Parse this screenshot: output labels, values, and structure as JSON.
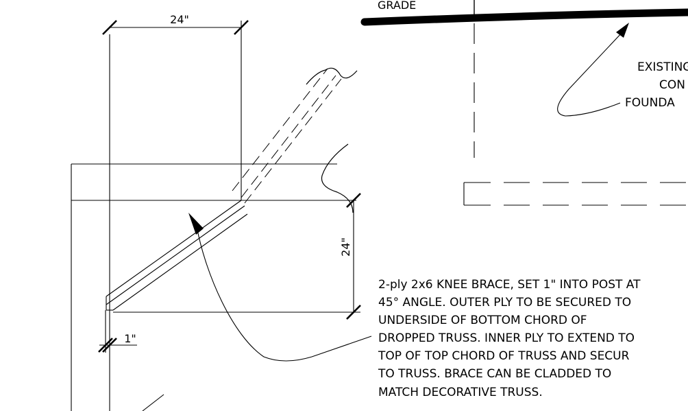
{
  "labels": {
    "grade": "GRADE",
    "dim_top": "24\"",
    "dim_right": "24\"",
    "dim_small": "1\"",
    "existing_line1": "EXISTING",
    "existing_line2": "CON",
    "existing_line3": "FOUNDA"
  },
  "note": {
    "lines": [
      "2-ply 2x6 KNEE BRACE, SET 1\" INTO POST AT",
      "45° ANGLE. OUTER PLY TO BE SECURED TO",
      "UNDERSIDE OF BOTTOM CHORD OF",
      "DROPPED TRUSS. INNER PLY TO EXTEND TO",
      "TOP OF TOP CHORD OF TRUSS AND SECUR",
      "TO TRUSS.  BRACE CAN BE CLADDED TO",
      "MATCH DECORATIVE TRUSS."
    ]
  },
  "colors": {
    "ink": "#000000",
    "paper": "#ffffff"
  }
}
